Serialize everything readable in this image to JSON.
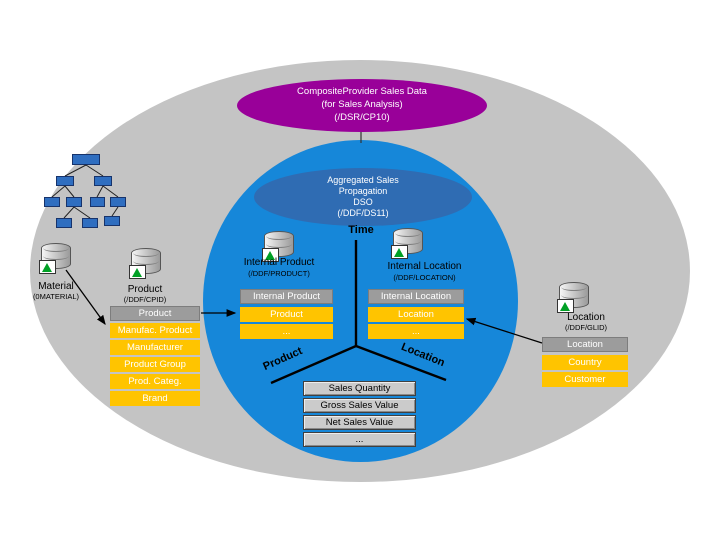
{
  "composite": {
    "l1": "CompositeProvider Sales Data",
    "l2": "(for Sales Analysis)",
    "l3": "(/DSR/CP10)"
  },
  "dso": {
    "l1": "Aggregated Sales",
    "l2": "Propagation",
    "l3": "DSO",
    "l4": "(/DDF/DS11)"
  },
  "axes": {
    "time": "Time",
    "product": "Product",
    "location": "Location"
  },
  "nodes": {
    "material": {
      "label": "Material",
      "tech": "(0MATERIAL)"
    },
    "product": {
      "label": "Product",
      "tech": "(/DDF/CPID)"
    },
    "internal_product": {
      "label": "Internal Product",
      "tech": "(/DDF/PRODUCT)"
    },
    "internal_location": {
      "label": "Internal Location",
      "tech": "(/DDF/LOCATION)"
    },
    "location": {
      "label": "Location",
      "tech": "(/DDF/GLID)"
    }
  },
  "columns": {
    "product": {
      "header": "Product",
      "items": [
        "Manufac. Product",
        "Manufacturer",
        "Product Group",
        "Prod. Categ.",
        "Brand"
      ]
    },
    "internal_product": {
      "header": "Internal Product",
      "items": [
        "Product",
        "..."
      ]
    },
    "internal_location": {
      "header": "Internal Location",
      "items": [
        "Location",
        "..."
      ]
    },
    "location": {
      "header": "Location",
      "items": [
        "Country",
        "Customer"
      ]
    }
  },
  "key_figures": [
    "Sales Quantity",
    "Gross Sales Value",
    "Net Sales Value",
    "..."
  ],
  "colors": {
    "purple": "#990099",
    "blue": "#1687d9",
    "darkblue": "#2f6cb3",
    "yellow": "#ffc400",
    "grayhdr": "#9c9c9c",
    "ellipsebg": "#c4c4c4",
    "keybox": "#cbcbcb",
    "node-blue": "#2f6ec0",
    "green": "#00a025"
  }
}
